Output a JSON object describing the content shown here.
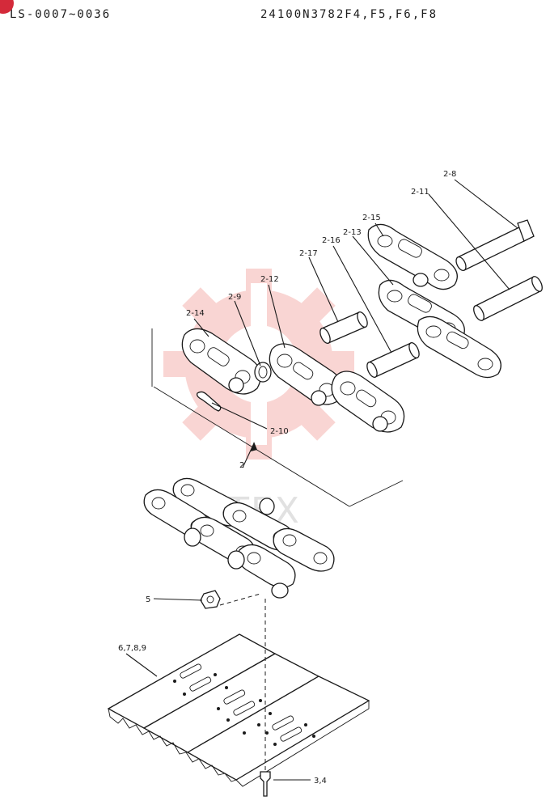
{
  "header": {
    "left_code": "LS-0007~0036",
    "right_code": "24100N3782F4,F5,F6,F8"
  },
  "watermark": {
    "text": "HTEX",
    "color": "#e8453c"
  },
  "callouts": {
    "c2_8": "2-8",
    "c2_11": "2-11",
    "c2_15": "2-15",
    "c2_13": "2-13",
    "c2_16": "2-16",
    "c2_17": "2-17",
    "c2_12": "2-12",
    "c2_9": "2-9",
    "c2_14": "2-14",
    "c2_10": "2-10",
    "c2": "2",
    "c5": "5",
    "c6789": "6,7,8,9",
    "c34": "3,4"
  }
}
